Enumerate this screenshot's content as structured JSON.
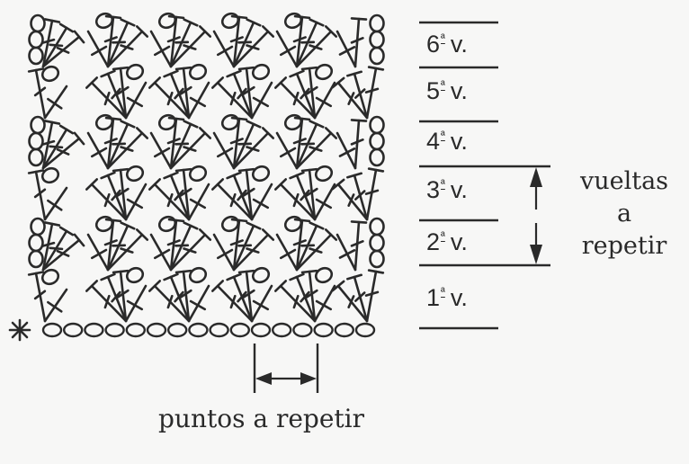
{
  "diagram": {
    "type": "crochet-stitch-chart",
    "start_marker": "asterisk-icon",
    "foundation_chain_count": 16,
    "rows": [
      {
        "number": "1",
        "suffix": "ª",
        "abbr": "v.",
        "label": "1ª v."
      },
      {
        "number": "2",
        "suffix": "ª",
        "abbr": "v.",
        "label": "2ª v."
      },
      {
        "number": "3",
        "suffix": "ª",
        "abbr": "v.",
        "label": "3ª v."
      },
      {
        "number": "4",
        "suffix": "ª",
        "abbr": "v.",
        "label": "4ª v."
      },
      {
        "number": "5",
        "suffix": "ª",
        "abbr": "v.",
        "label": "5ª v."
      },
      {
        "number": "6",
        "suffix": "ª",
        "abbr": "v.",
        "label": "6ª v."
      }
    ],
    "repeat_rows": {
      "lines": [
        "vueltas",
        "a",
        "repetir"
      ],
      "from_row": 2,
      "to_row": 3
    },
    "repeat_stitches": {
      "label": "puntos a repetir"
    },
    "colors": {
      "ink": "#2a2a2a",
      "paper": "#f7f7f6"
    }
  }
}
